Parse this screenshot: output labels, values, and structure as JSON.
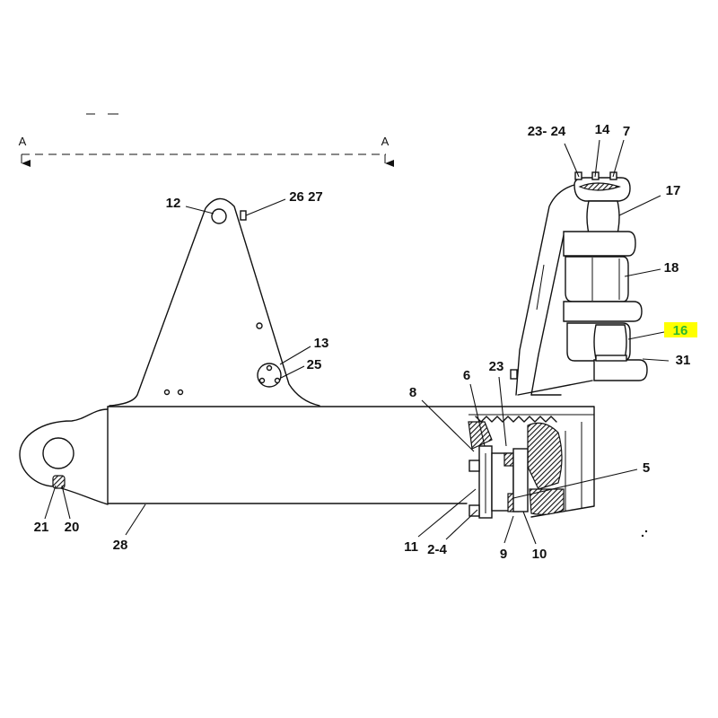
{
  "section": {
    "left_label": "A",
    "right_label": "A"
  },
  "labels": {
    "l12": "12",
    "l26_27": "26 27",
    "l13": "13",
    "l25": "25",
    "l8": "8",
    "l6": "6",
    "l23": "23",
    "l23_24": "23- 24",
    "l14": "14",
    "l7": "7",
    "l17": "17",
    "l18": "18",
    "l16": "16",
    "l31": "31",
    "l5": "5",
    "l10": "10",
    "l9": "9",
    "l2_4": "2-4",
    "l11": "11",
    "l28": "28",
    "l21": "21",
    "l20": "20"
  },
  "highlight": {
    "background": "#ffff00",
    "text_color": "#2db82d"
  }
}
